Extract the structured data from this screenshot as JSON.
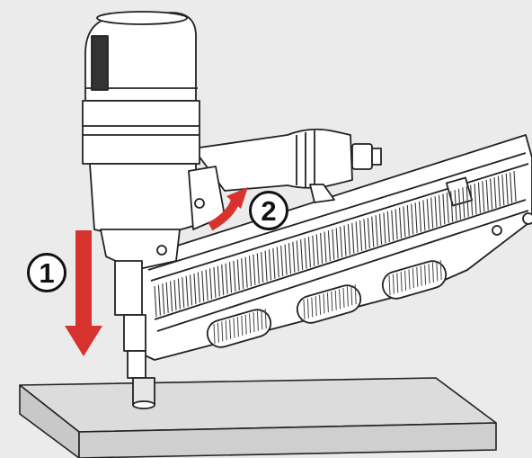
{
  "steps": [
    {
      "number": "1",
      "direction": "down-arrow"
    },
    {
      "number": "2",
      "direction": "curved-up-arrow"
    }
  ],
  "colors": {
    "background": "#ebebeb",
    "arrow": "#d8322e",
    "outline": "#222222",
    "tool_body": "#ffffff",
    "surface": "#d9d9d9"
  },
  "icons": [
    "nail-gun-illustration",
    "work-surface-board",
    "down-arrow",
    "curved-arrow"
  ]
}
